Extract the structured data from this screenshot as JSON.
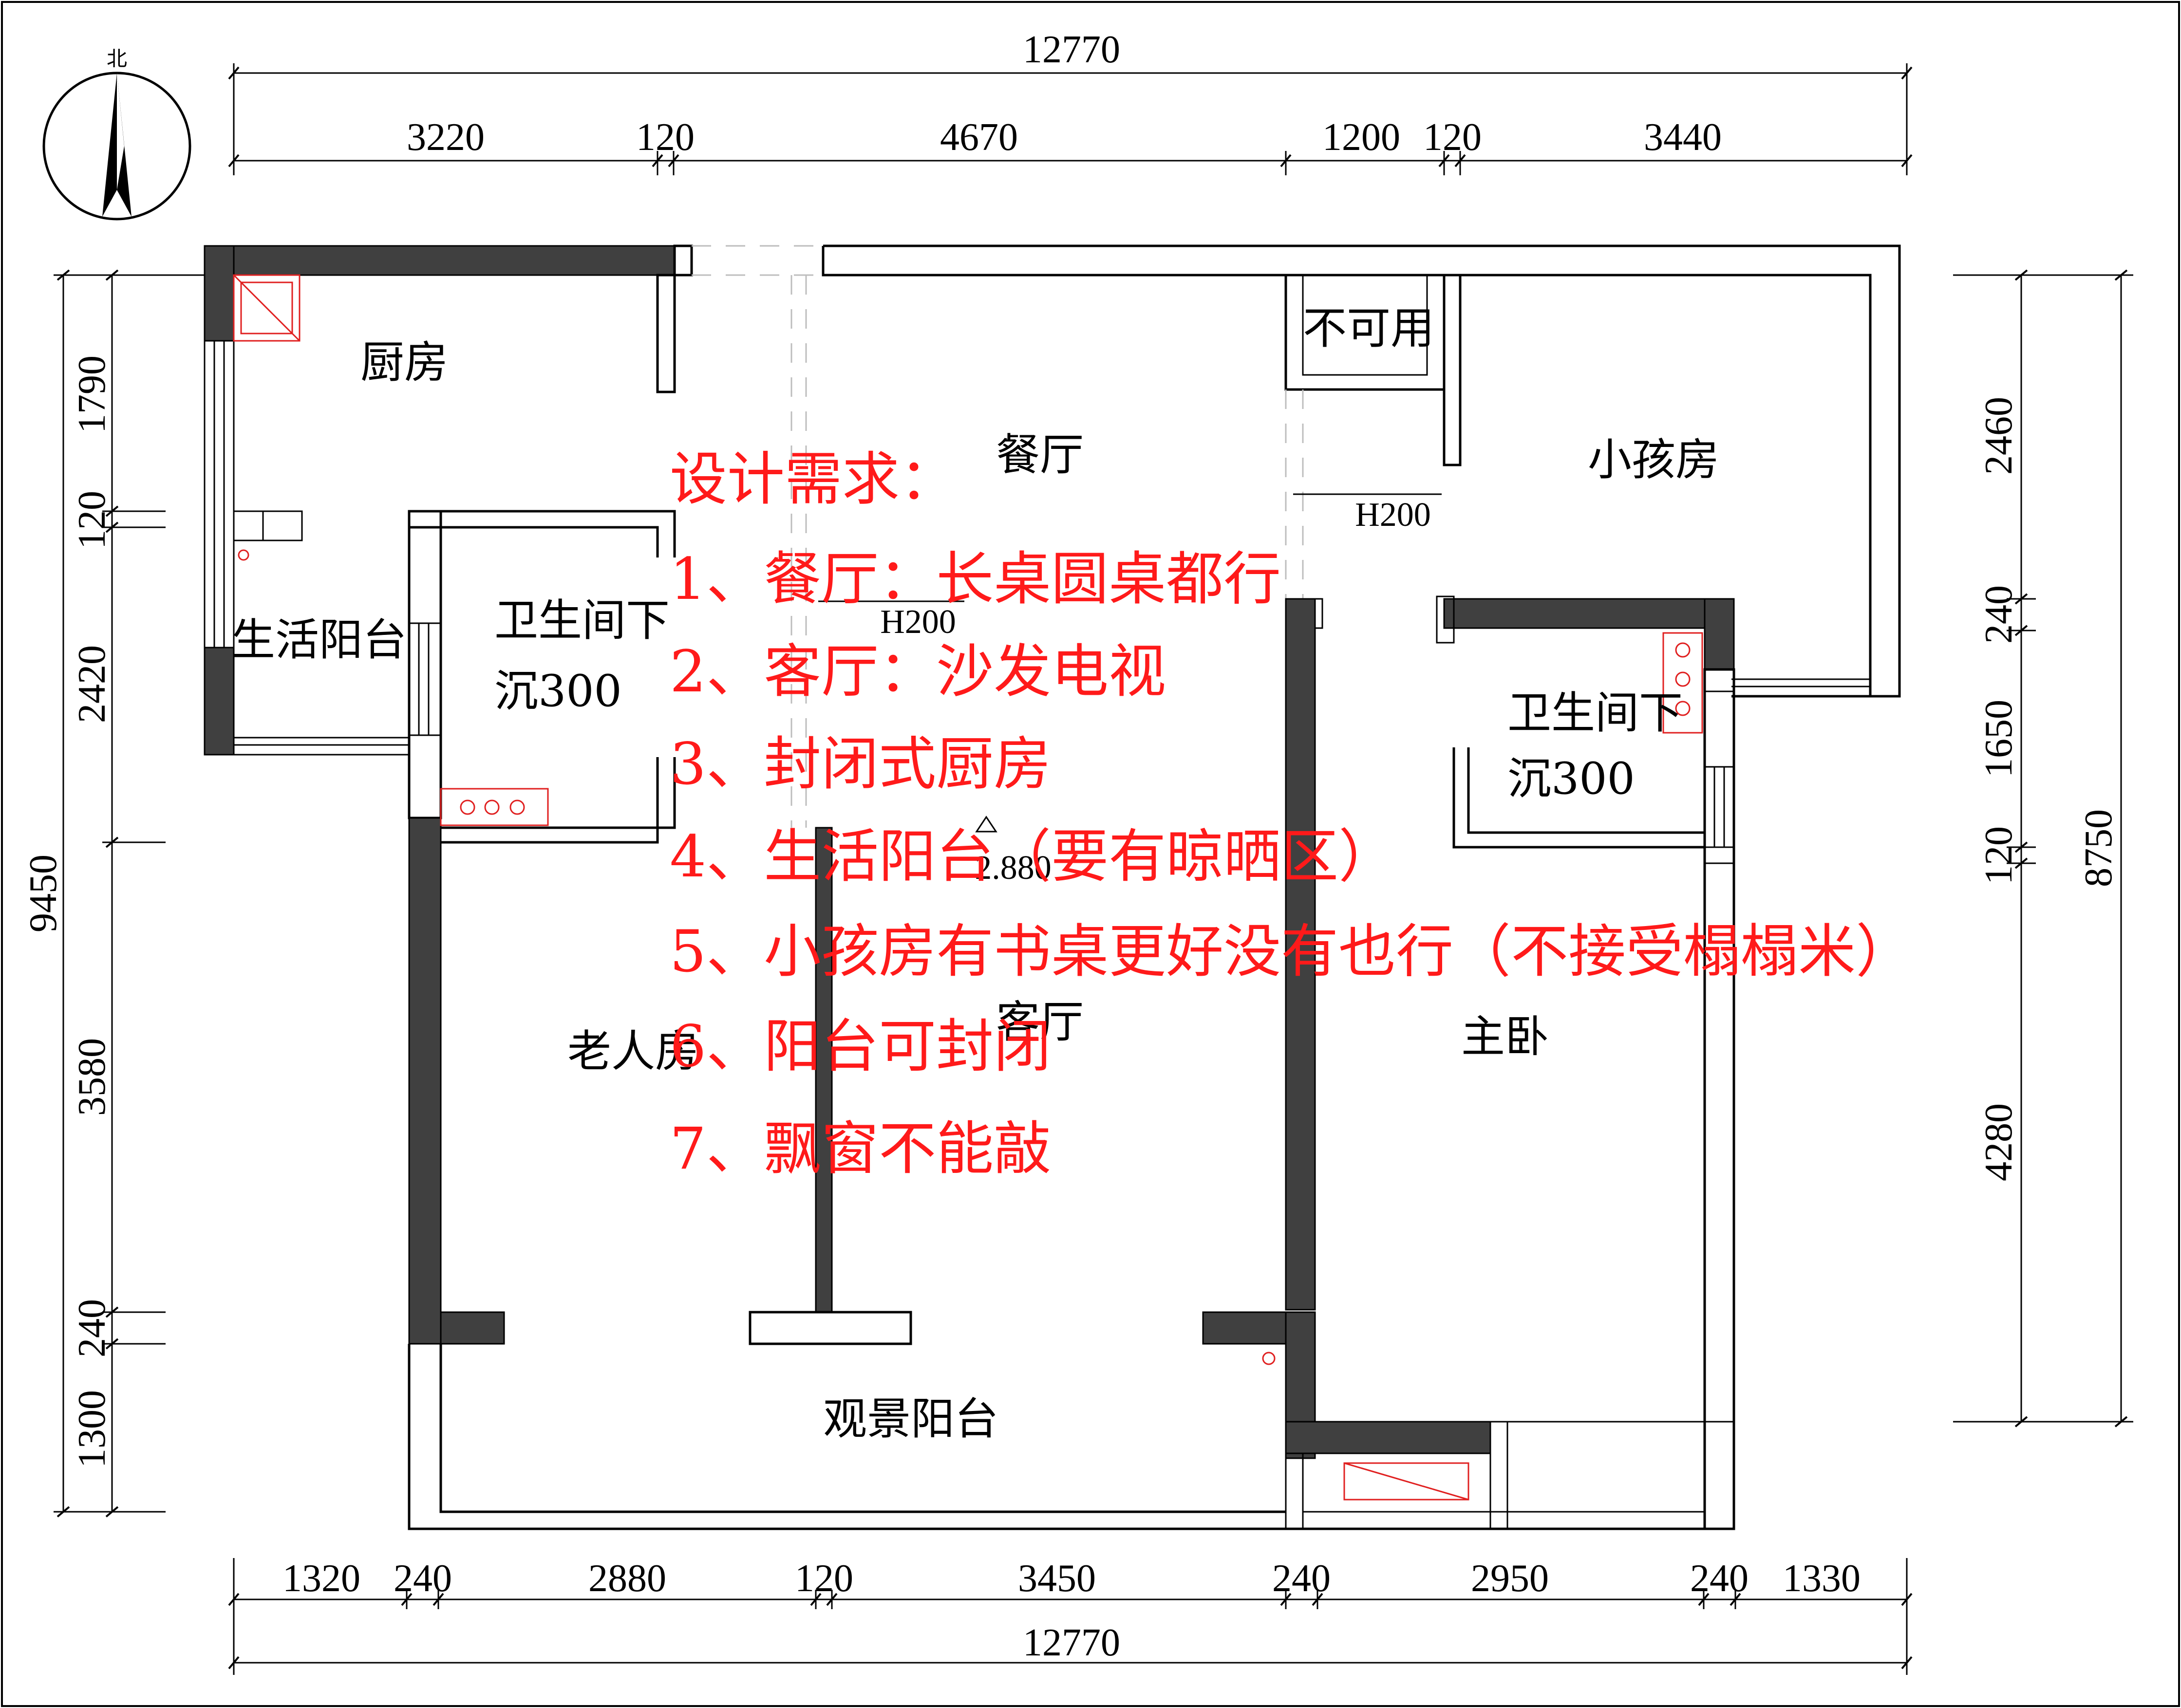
{
  "compass": {
    "north_label": "北"
  },
  "dims": {
    "top_total": "12770",
    "top": [
      "3220",
      "120",
      "4670",
      "1200",
      "120",
      "3440"
    ],
    "bottom": [
      "1320",
      "240",
      "2880",
      "120",
      "3450",
      "240",
      "2950",
      "240",
      "1330"
    ],
    "bottom_total": "12770",
    "left": [
      "1790",
      "120",
      "2420",
      "3580",
      "240",
      "1300"
    ],
    "left_total": "9450",
    "right": [
      "2460",
      "240",
      "1650",
      "120",
      "4280"
    ],
    "right_total": "8750",
    "h200_a": "H200",
    "h200_b": "H200",
    "level": "2.880"
  },
  "rooms": {
    "kitchen": "厨房",
    "dining": "餐厅",
    "unusable": "不可用",
    "kids_room": "小孩房",
    "utility_balcony": "生活阳台",
    "bath1_line1": "卫生间下",
    "bath1_line2": "沉300",
    "bath2_line1": "卫生间下",
    "bath2_line2": "沉300",
    "elder_room": "老人房",
    "living": "客厅",
    "master": "主卧",
    "view_balcony": "观景阳台"
  },
  "requirements": {
    "title": "设计需求：",
    "items": [
      "1、餐厅：长桌圆桌都行",
      "2、客厅：沙发电视",
      "3、封闭式厨房",
      "4、生活阳台（要有晾晒区）",
      "5、小孩房有书桌更好没有也行（不接受榻榻米）",
      "6、阳台可封闭",
      "7、飘窗不能敲"
    ]
  }
}
